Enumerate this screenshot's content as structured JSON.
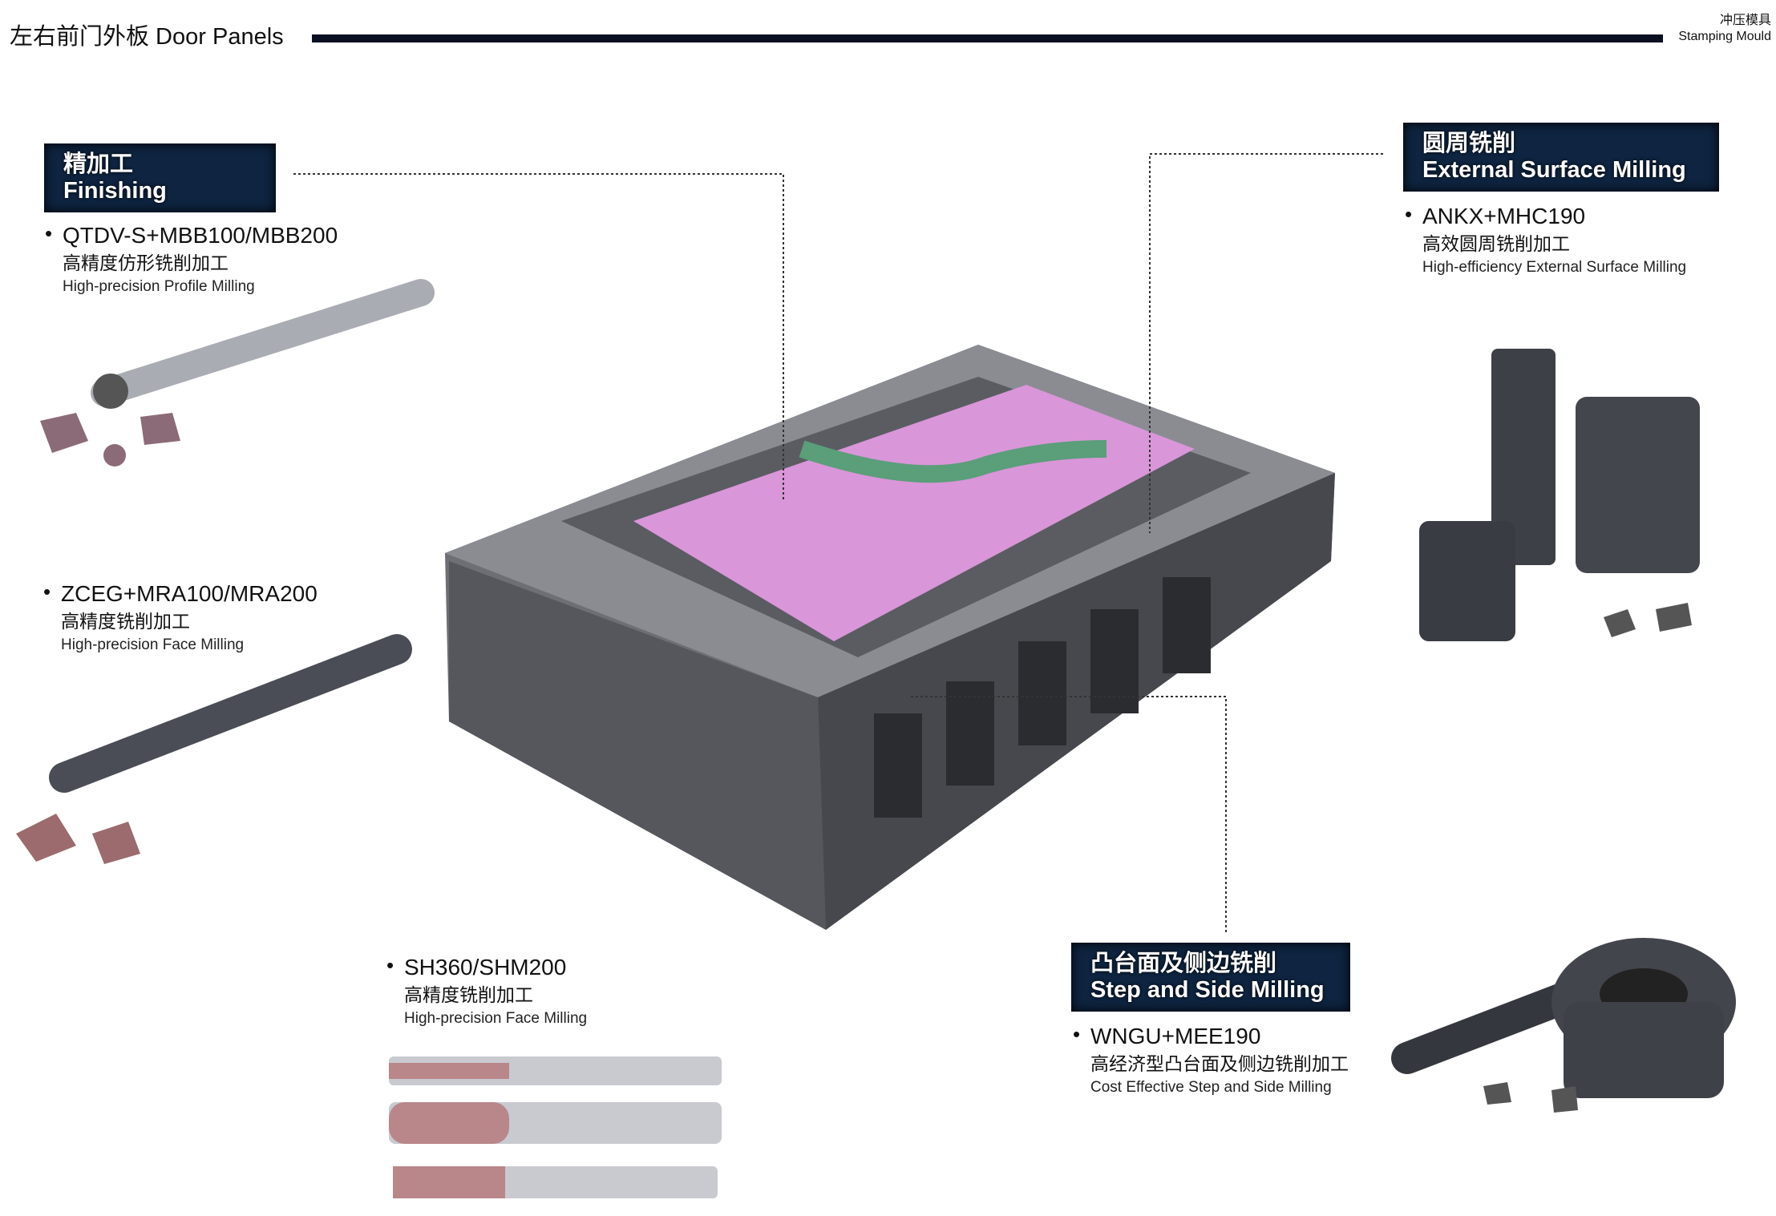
{
  "header": {
    "title": "左右前门外板  Door Panels",
    "corner_cn": "冲压模具",
    "corner_en": "Stamping Mould"
  },
  "labels": {
    "finishing": {
      "cn": "精加工",
      "en": "Finishing"
    },
    "external": {
      "cn": "圆周铣削",
      "en": "External Surface Milling"
    },
    "step": {
      "cn": "凸台面及侧边铣削",
      "en": "Step and Side Milling"
    }
  },
  "products": [
    {
      "name": "QTDV-S+MBB100/MBB200",
      "cn": "高精度仿形铣削加工",
      "en": "High-precision Profile Milling"
    },
    {
      "name": "ZCEG+MRA100/MRA200",
      "cn": "高精度铣削加工",
      "en": "High-precision Face Milling"
    },
    {
      "name": "SH360/SHM200",
      "cn": "高精度铣削加工",
      "en": "High-precision Face Milling"
    },
    {
      "name": "ANKX+MHC190",
      "cn": "高效圆周铣削加工",
      "en": "High-efficiency External Surface Milling"
    },
    {
      "name": "WNGU+MEE190",
      "cn": "高经济型凸台面及侧边铣削加工",
      "en": "Cost Effective Step and Side Milling"
    }
  ],
  "bullet": "•"
}
